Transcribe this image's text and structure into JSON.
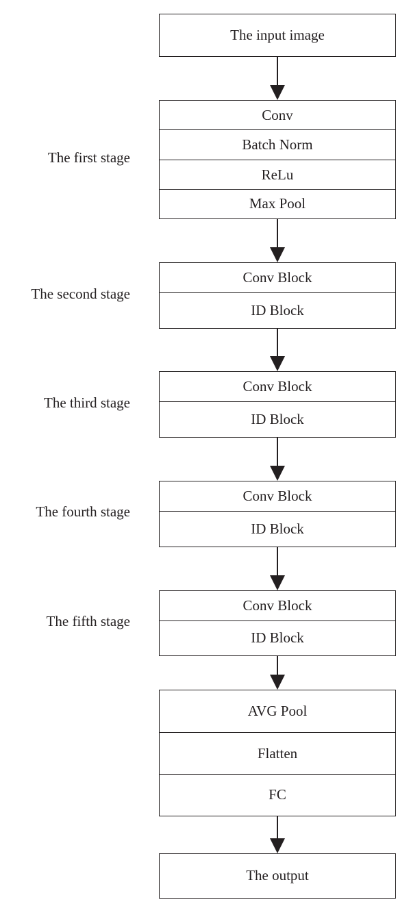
{
  "input_box": "The input image",
  "stages": [
    {
      "label": "The first stage",
      "rows": [
        "Conv",
        "Batch Norm",
        "ReLu",
        "Max Pool"
      ]
    },
    {
      "label": "The second stage",
      "rows": [
        "Conv Block",
        "ID Block"
      ]
    },
    {
      "label": "The third stage",
      "rows": [
        "Conv Block",
        "ID Block"
      ]
    },
    {
      "label": "The fourth stage",
      "rows": [
        "Conv Block",
        "ID Block"
      ]
    },
    {
      "label": "The fifth stage",
      "rows": [
        "Conv Block",
        "ID Block"
      ]
    }
  ],
  "head_box": [
    "AVG Pool",
    "Flatten",
    "FC"
  ],
  "output_box": "The output"
}
